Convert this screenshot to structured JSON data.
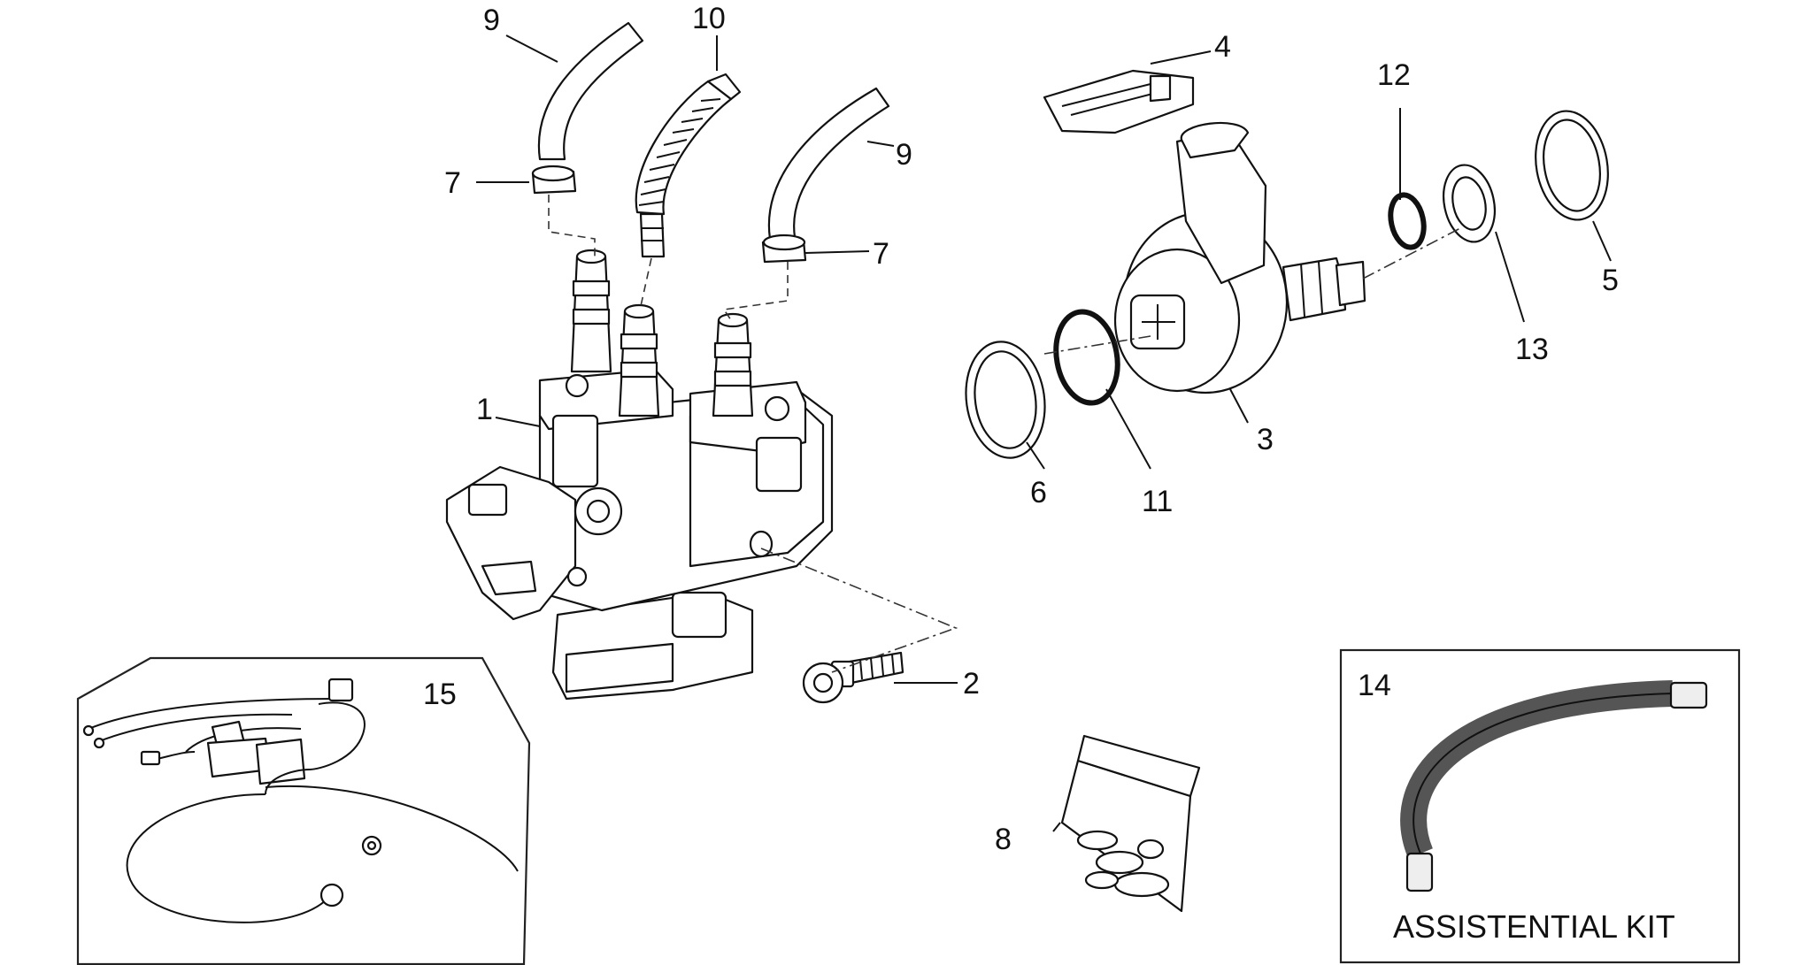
{
  "callouts": {
    "c1": "1",
    "c2": "2",
    "c3": "3",
    "c4": "4",
    "c5": "5",
    "c6": "6",
    "c7a": "7",
    "c7b": "7",
    "c8": "8",
    "c9a": "9",
    "c9b": "9",
    "c10": "10",
    "c11": "11",
    "c12": "12",
    "c13": "13",
    "c14": "14",
    "c15": "15"
  },
  "kit_label": "ASSISTENTIAL KIT",
  "colors": {
    "ink": "#111111",
    "hose": "#555555",
    "paper": "#ffffff"
  }
}
